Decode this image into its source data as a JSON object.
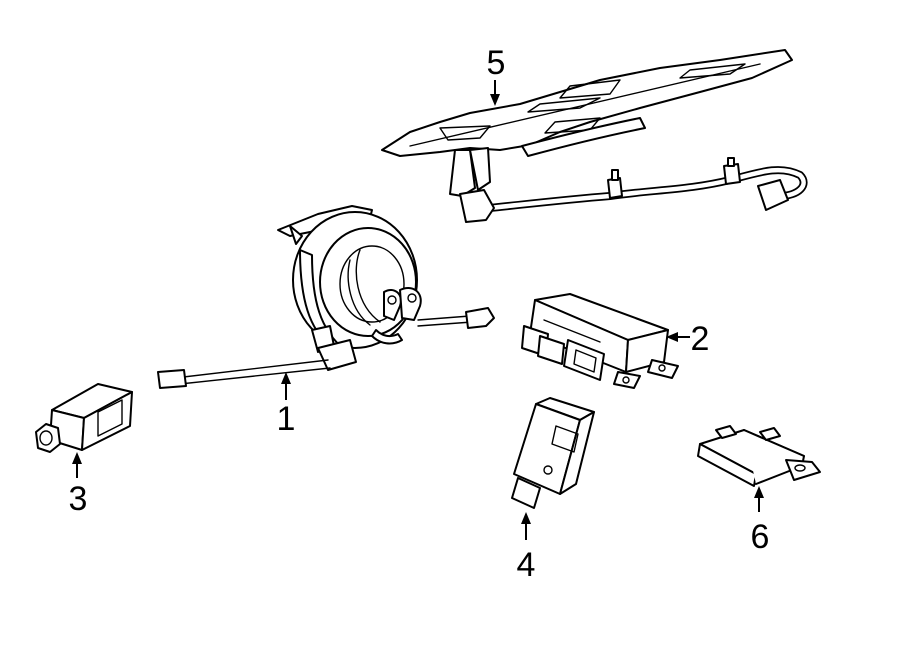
{
  "callouts": {
    "c1": "1",
    "c2": "2",
    "c3": "3",
    "c4": "4",
    "c5": "5",
    "c6": "6"
  },
  "colors": {
    "line": "#000000",
    "background": "#ffffff"
  }
}
